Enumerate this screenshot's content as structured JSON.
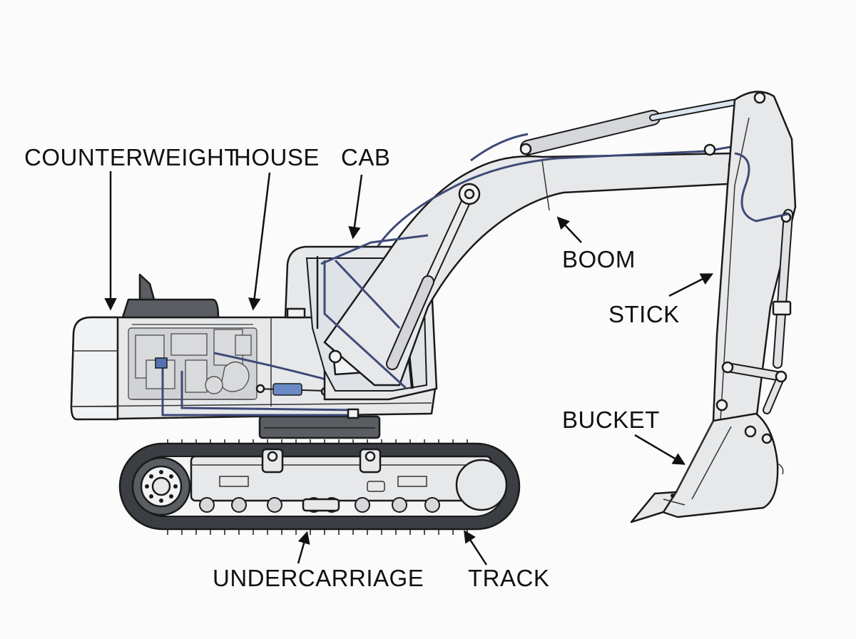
{
  "labels": {
    "counterweight": "COUNTERWEIGHT",
    "house": "HOUSE",
    "cab": "CAB",
    "boom": "BOOM",
    "stick": "STICK",
    "bucket": "BUCKET",
    "undercarriage": "UNDERCARRIAGE",
    "track": "TRACK"
  },
  "colors": {
    "outline": "#1a1a1a",
    "body": "#e7e8ea",
    "hydraulic_hose": "#3e4a78",
    "track": "#3b3e42"
  }
}
